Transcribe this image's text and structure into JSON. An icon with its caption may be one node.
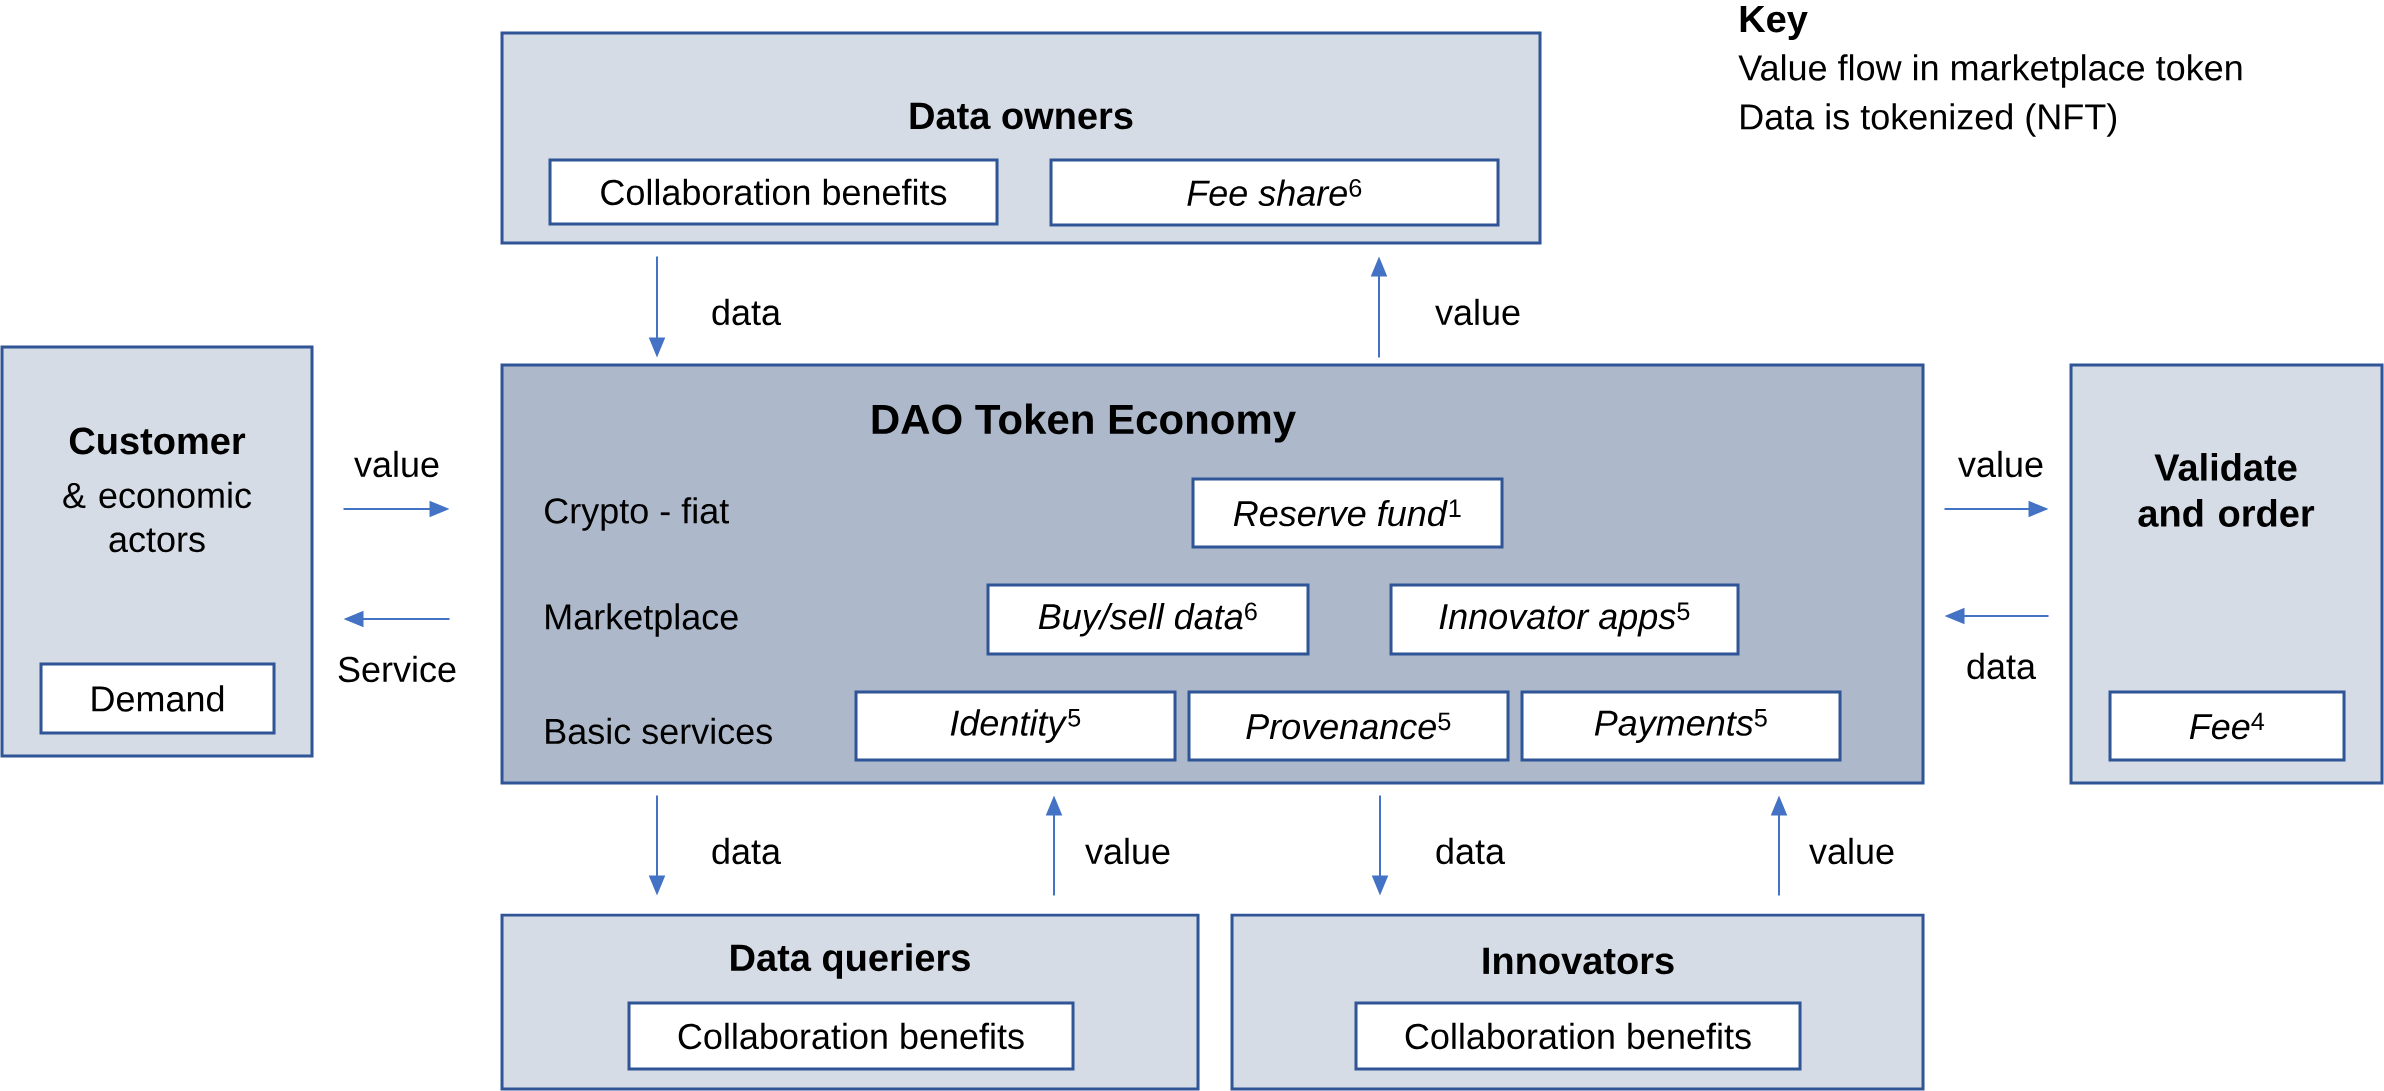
{
  "diagram": {
    "nodes": [
      {
        "text": [
          "Data owners"
        ]
      },
      {
        "text": [
          "Collaboration benefits"
        ],
        "in": 0
      },
      {
        "text": [
          "*Fee share*$^{6}$"
        ],
        "in": 0
      },
      {
        "text": [
          "Customer",
          "& economic actors"
        ]
      },
      {
        "text": [
          "Demand"
        ],
        "in": 3
      },
      {
        "text": [
          "DAO Token Economy",
          "Crypto - fiat",
          "Marketplace",
          "Basic services"
        ]
      },
      {
        "text": [
          "*Reserve fund*$^{1}$"
        ],
        "in": 5
      },
      {
        "text": [
          "*Buy/sell data*$^{6}$"
        ],
        "in": 5
      },
      {
        "text": [
          "*Innovator apps*$^{5}$"
        ],
        "in": 5
      },
      {
        "text": [
          "*Identity*$^{5}$"
        ],
        "in": 5
      },
      {
        "text": [
          "*Provenance*$^{5}$"
        ],
        "in": 5
      },
      {
        "text": [
          "*Payments*$^{5}$"
        ],
        "in": 5
      },
      {
        "text": [
          "Validate and order"
        ]
      },
      {
        "text": [
          "*Fee*$^{4}$"
        ],
        "in": 12
      },
      {
        "text": [
          "Data queriers"
        ]
      },
      {
        "text": [
          "Collaboration benefits"
        ],
        "in": 14
      },
      {
        "text": [
          "Innovators"
        ]
      },
      {
        "text": [
          "Collaboration benefits"
        ],
        "in": 16
      }
    ],
    "edges": [
      {
        "from": 0,
        "to": 5,
        "arrow": "to",
        "label": "data"
      },
      {
        "from": 5,
        "to": 0,
        "arrow": "to",
        "label": "value"
      },
      {
        "from": 3,
        "to": 5,
        "arrow": "to",
        "label": "value"
      },
      {
        "from": 5,
        "to": 3,
        "arrow": "to",
        "label": "Service"
      },
      {
        "from": 5,
        "to": 12,
        "arrow": "to",
        "label": "value"
      },
      {
        "from": 12,
        "to": 5,
        "arrow": "to",
        "label": "data"
      },
      {
        "from": 5,
        "to": 14,
        "arrow": "to",
        "label": "data"
      },
      {
        "from": 14,
        "to": 5,
        "arrow": "to",
        "label": "value"
      },
      {
        "from": 5,
        "to": 16,
        "arrow": "to",
        "label": "data"
      },
      {
        "from": 16,
        "to": 5,
        "arrow": "to",
        "label": "value"
      }
    ],
    "labels": [
      "Key",
      "Value flow in marketplace token",
      "Data is tokenized (NFT)"
    ]
  }
}
